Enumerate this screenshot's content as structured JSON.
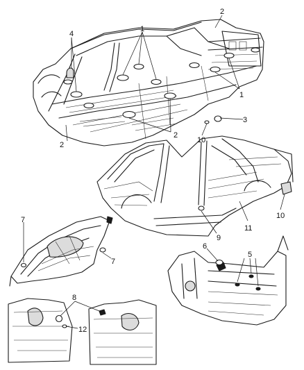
{
  "callouts": {
    "c1a": "1",
    "c1b": "1",
    "c2a": "2",
    "c2b": "2",
    "c2c": "2",
    "c3": "3",
    "c4": "4",
    "c10a": "10",
    "c10b": "10",
    "c11": "11",
    "c9": "9",
    "c7a": "7",
    "c7b": "7",
    "c6": "6",
    "c5": "5",
    "c8": "8",
    "c12": "12"
  }
}
